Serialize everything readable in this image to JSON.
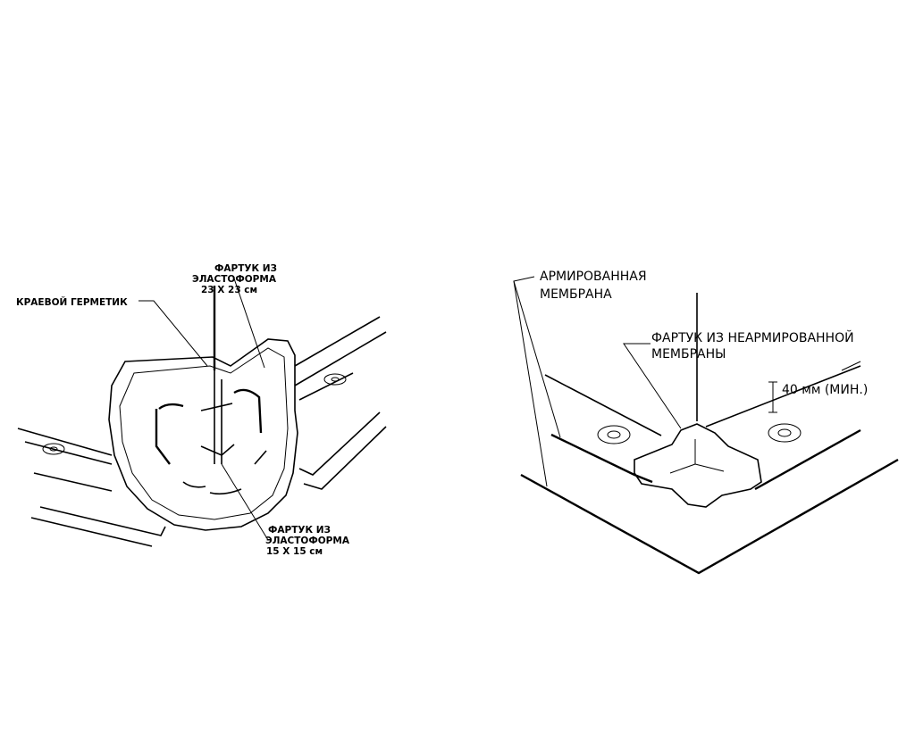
{
  "left_detail": {
    "label_edge_sealant": "КРАЕВОЙ ГЕРМЕТИК",
    "label_apron_large": [
      "ФАРТУК ИЗ",
      "ЭЛАСТОФОРМА",
      "23 X 23 см"
    ],
    "label_apron_small": [
      "ФАРТУК ИЗ",
      "ЭЛАСТОФОРМА",
      "15 X 15 см"
    ]
  },
  "right_detail": {
    "label_reinforced_membrane": [
      "АРМИРОВАННАЯ",
      "МЕМБРАНА"
    ],
    "label_apron_nonreinforced": [
      "ФАРТУК ИЗ НЕАРМИРОВАННОЙ",
      "МЕМБРАНЫ"
    ],
    "label_dimension": "40 мм (МИН.)"
  }
}
